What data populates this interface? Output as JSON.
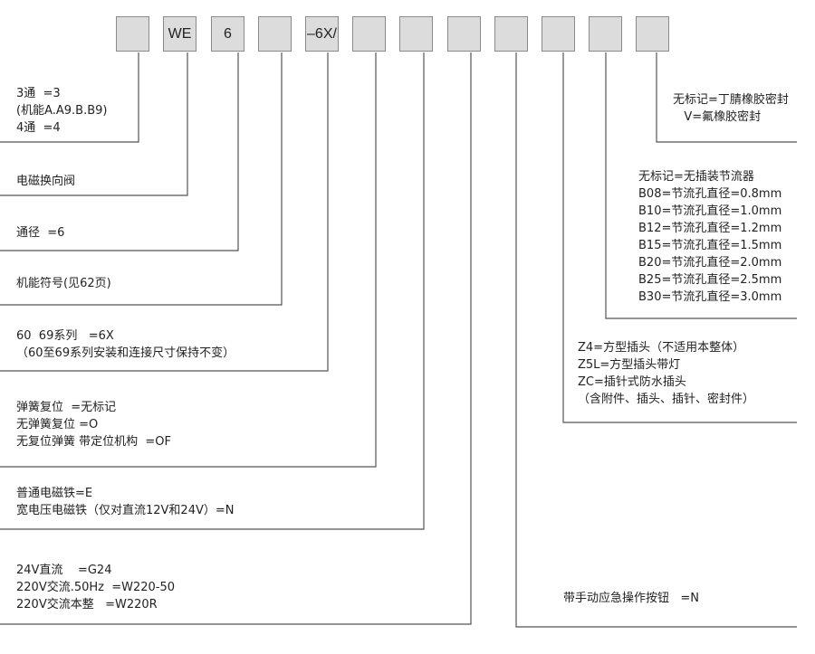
{
  "code_boxes": [
    "",
    "WE",
    "6",
    "",
    "–6X/",
    "",
    "",
    "",
    "",
    "",
    "",
    ""
  ],
  "left_groups": [
    {
      "lines": [
        "3通  =3",
        "(机能A.A9.B.B9)",
        "4通  =4"
      ]
    },
    {
      "lines": [
        "电磁换向阀"
      ]
    },
    {
      "lines": [
        "通径  =6"
      ]
    },
    {
      "lines": [
        "机能符号(见62页)"
      ]
    },
    {
      "lines": [
        "60  69系列   =6X",
        "（60至69系列安装和连接尺寸保持不变）"
      ]
    },
    {
      "lines": [
        "弹簧复位  =无标记",
        "无弹簧复位 =O",
        "无复位弹簧 带定位机构  =OF"
      ]
    },
    {
      "lines": [
        "普通电磁铁=E",
        "宽电压电磁铁（仅对直流12V和24V）=N"
      ]
    },
    {
      "lines": [
        "24V直流    =G24",
        "220V交流.50Hz  =W220-50",
        "220V交流本整   =W220R"
      ]
    }
  ],
  "right_groups": [
    {
      "lines": [
        "无标记=丁腈橡胶密封",
        "   V=氟橡胶密封"
      ]
    },
    {
      "lines": [
        "无标记=无插装节流器",
        "B08=节流孔直径=0.8mm",
        "B10=节流孔直径=1.0mm",
        "B12=节流孔直径=1.2mm",
        "B15=节流孔直径=1.5mm",
        "B20=节流孔直径=2.0mm",
        "B25=节流孔直径=2.5mm",
        "B30=节流孔直径=3.0mm"
      ]
    },
    {
      "lines": [
        "Z4=方型插头（不适用本整体）",
        "Z5L=方型插头带灯",
        "ZC=插针式防水插头",
        "（含附件、插头、插针、密封件）"
      ]
    },
    {
      "lines": [
        "带手动应急操作按钮   =N"
      ]
    }
  ],
  "colors": {
    "box_fill": "#dcdcdc",
    "line": "#555555",
    "text": "#222222"
  }
}
